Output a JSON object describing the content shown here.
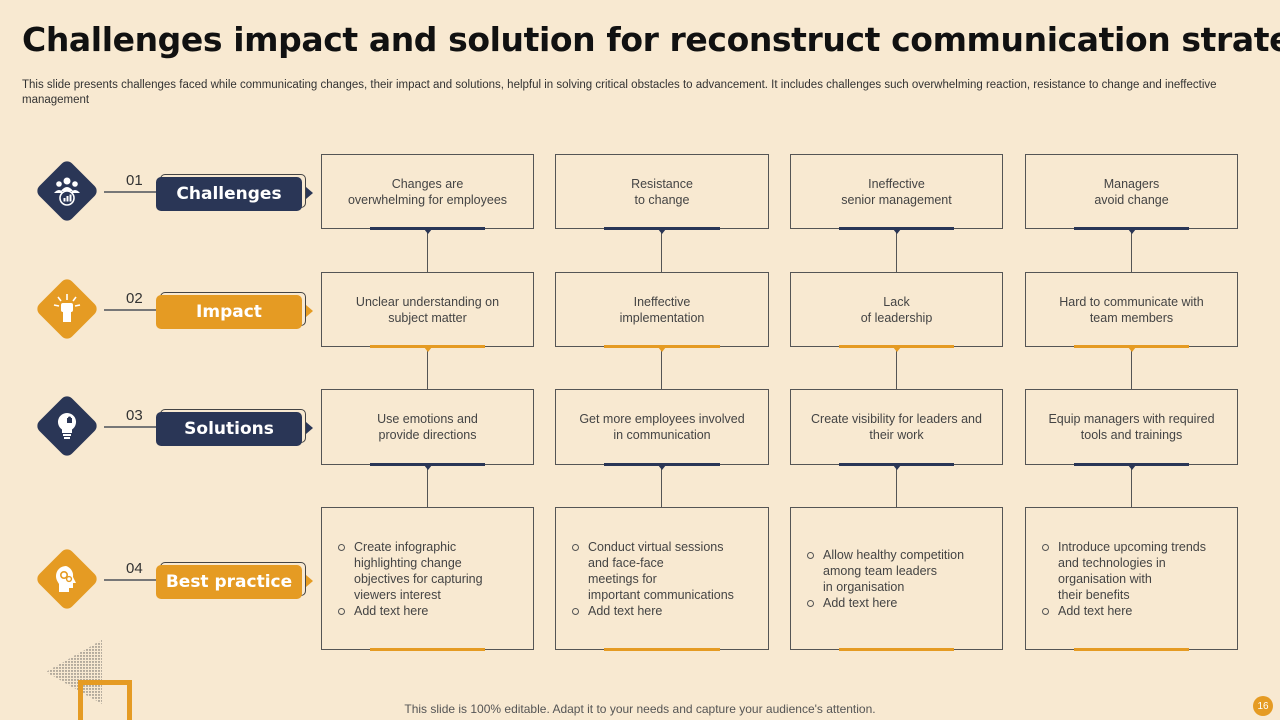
{
  "slide": {
    "title": "Challenges impact and solution for reconstruct communication strategy",
    "subtitle": "This slide presents challenges faced while communicating changes, their impact and solutions, helpful in solving critical obstacles to advancement. It includes challenges such overwhelming reaction, resistance to change and ineffective management",
    "footer": "This slide is 100% editable. Adapt it to your needs and capture your audience's attention.",
    "page_number": "16"
  },
  "colors": {
    "navy": "#2a3656",
    "gold": "#e59b23",
    "background": "#f8e9d1"
  },
  "rows": [
    {
      "num": "01",
      "label": "Challenges",
      "icon": "team-chart-icon",
      "color": "navy"
    },
    {
      "num": "02",
      "label": "Impact",
      "icon": "raised-fist-icon",
      "color": "gold"
    },
    {
      "num": "03",
      "label": "Solutions",
      "icon": "lightbulb-puzzle-icon",
      "color": "navy"
    },
    {
      "num": "04",
      "label": "Best practice",
      "icon": "head-gears-icon",
      "color": "gold"
    }
  ],
  "challenges": [
    {
      "line1": "Changes  are",
      "line2": "overwhelming  for employees"
    },
    {
      "line1": "Resistance",
      "line2": "to change"
    },
    {
      "line1": "Ineffective",
      "line2": "senior management"
    },
    {
      "line1": "Managers",
      "line2": "avoid  change"
    }
  ],
  "impacts": [
    {
      "line1": "Unclear understanding  on",
      "line2": "subject matter"
    },
    {
      "line1": "Ineffective",
      "line2": "implementation"
    },
    {
      "line1": "Lack",
      "line2": "of leadership"
    },
    {
      "line1": "Hard to communicate with",
      "line2": "team members"
    }
  ],
  "solutions": [
    {
      "line1": "Use emotions and",
      "line2": "provide  directions"
    },
    {
      "line1": "Get more employees involved",
      "line2": "in communication"
    },
    {
      "line1": "Create visibility for leaders and",
      "line2": "their work"
    },
    {
      "line1": "Equip managers  with required",
      "line2": "tools and trainings"
    }
  ],
  "best_practices": [
    {
      "item1": [
        "Create infographic",
        "highlighting change",
        "objectives for capturing",
        "viewers  interest"
      ],
      "item2": "Add text here"
    },
    {
      "item1": [
        "Conduct virtual  sessions",
        "and face-face",
        "meetings for",
        "important communications"
      ],
      "item2": "Add text here"
    },
    {
      "item1": [
        "Allow healthy competition",
        "among team leaders",
        "in organisation"
      ],
      "item2": "Add text here"
    },
    {
      "item1": [
        "Introduce  upcoming trends",
        "and technologies  in",
        "organisation  with",
        "their benefits"
      ],
      "item2": "Add text here"
    }
  ]
}
